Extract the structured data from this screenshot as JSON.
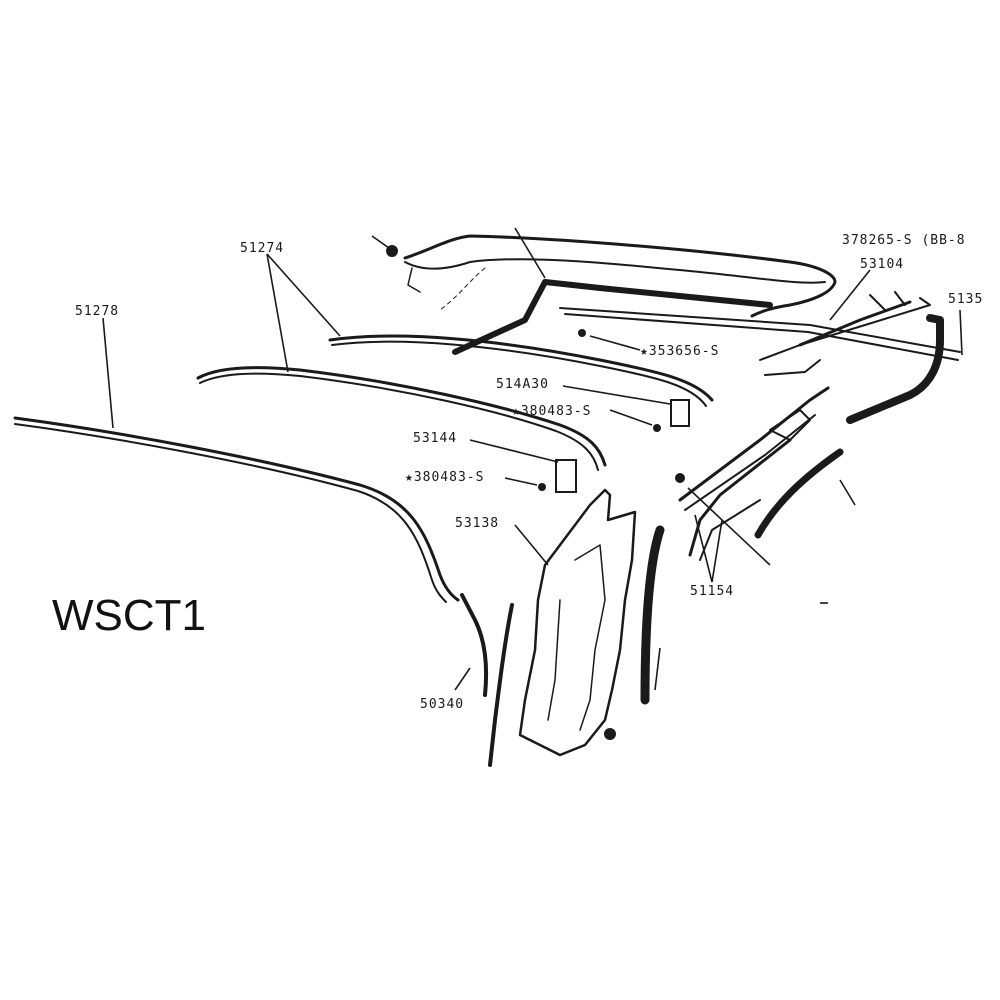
{
  "diagram": {
    "code": "WSCT1",
    "callouts": {
      "c51278": "51278",
      "c51274": "51274",
      "c378265": "378265-S (BB-8",
      "c53104": "53104",
      "c5135": "5135",
      "c353656": "★353656-S",
      "c514A30": "514A30",
      "c380483a": "★380483-S",
      "c53144": "53144",
      "c380483b": "★380483-S",
      "c53138": "53138",
      "c51154": "51154",
      "c50340": "50340"
    }
  }
}
